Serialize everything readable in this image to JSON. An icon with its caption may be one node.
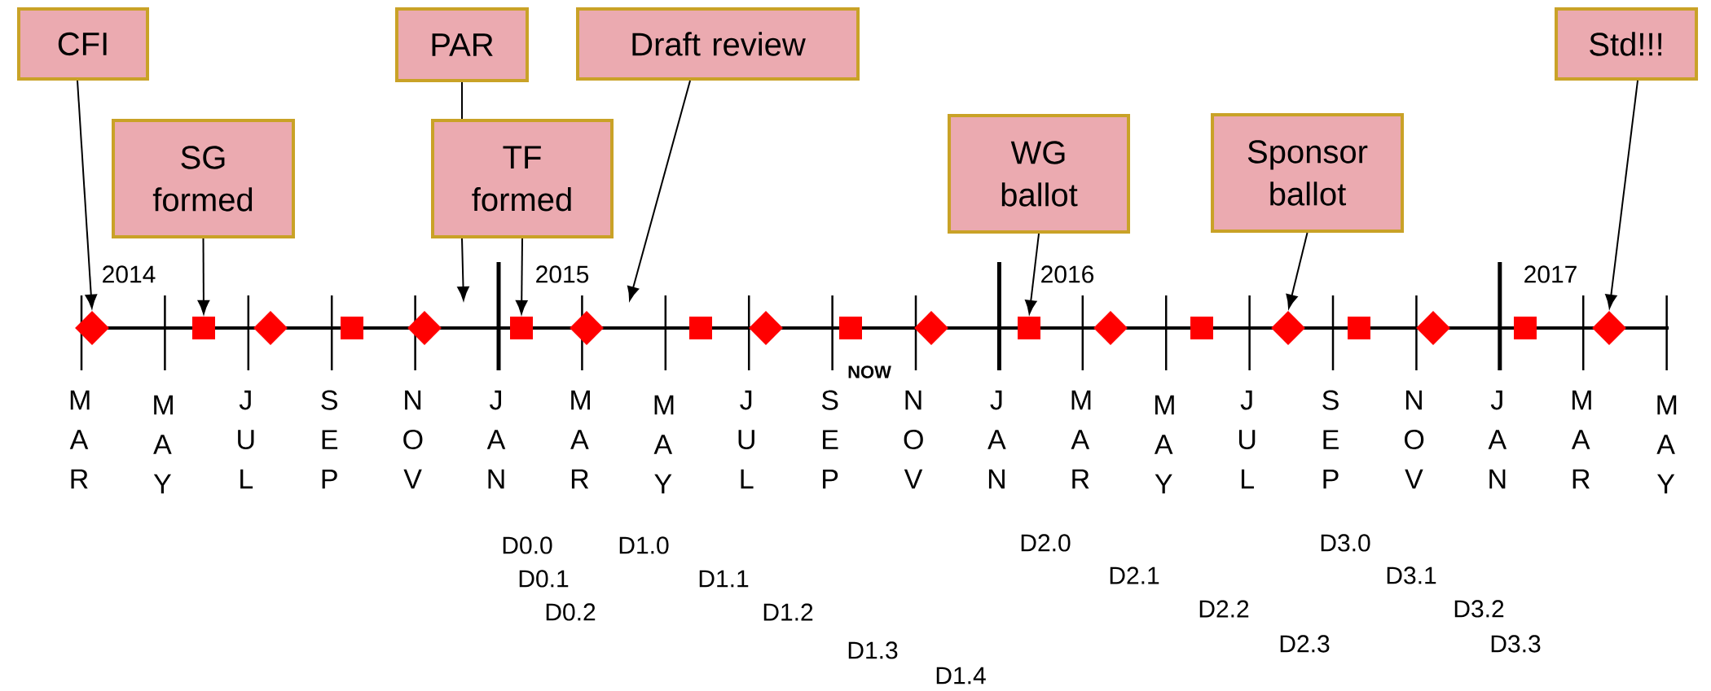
{
  "diagram": {
    "nodes": [
      {
        "text": [
          "CFI"
        ]
      },
      {
        "text": [
          "PAR"
        ]
      },
      {
        "text": [
          "Draft review"
        ]
      },
      {
        "text": [
          "SG formed"
        ]
      },
      {
        "text": [
          "TF formed"
        ]
      },
      {
        "text": [
          "WG ballot"
        ]
      },
      {
        "text": [
          "Sponsor ballot"
        ]
      },
      {
        "text": [
          "Std!!!"
        ]
      },
      {
        "text": [],
        "shape": "diamond"
      },
      {
        "text": [],
        "shape": "box"
      },
      {
        "text": [],
        "shape": "diamond"
      },
      {
        "text": [],
        "shape": "box"
      },
      {
        "text": [],
        "shape": "diamond"
      },
      {
        "text": [],
        "shape": "box"
      },
      {
        "text": [],
        "shape": "diamond"
      },
      {
        "text": [],
        "shape": "box"
      },
      {
        "text": [],
        "shape": "diamond"
      },
      {
        "text": [],
        "shape": "box"
      },
      {
        "text": [],
        "shape": "diamond"
      },
      {
        "text": [],
        "shape": "box"
      },
      {
        "text": [],
        "shape": "diamond"
      },
      {
        "text": [],
        "shape": "box"
      },
      {
        "text": [],
        "shape": "diamond"
      },
      {
        "text": [],
        "shape": "box"
      },
      {
        "text": [],
        "shape": "diamond"
      },
      {
        "text": [],
        "shape": "box"
      },
      {
        "text": [],
        "shape": "diamond"
      }
    ],
    "edges": [
      {
        "from": 0,
        "to": 8,
        "arrow": "to"
      },
      {
        "from": 3,
        "to": 9,
        "arrow": "to"
      },
      {
        "from": 1,
        "to": null,
        "arrow": "to"
      },
      {
        "from": 4,
        "to": 13,
        "arrow": "to"
      },
      {
        "from": 2,
        "to": null,
        "arrow": "to"
      },
      {
        "from": 5,
        "to": 19,
        "arrow": "to"
      },
      {
        "from": 6,
        "to": 22,
        "arrow": "to"
      },
      {
        "from": 7,
        "to": 26,
        "arrow": "to"
      }
    ],
    "labels": [
      "2014",
      "2015",
      "2016",
      "2017",
      "M A R",
      "M A Y",
      "J U L",
      "S E P",
      "N O V",
      "J A N",
      "M A R",
      "M A Y",
      "J U L",
      "S E P",
      "N O V",
      "J A N",
      "M A R",
      "M A Y",
      "J U L",
      "S E P",
      "N O V",
      "J A N",
      "M A R",
      "M A Y",
      "NOW",
      "D0.0",
      "D1.0",
      "D2.0",
      "D3.0",
      "D0.1",
      "D1.1",
      "D2.1",
      "D3.1",
      "D0.2",
      "D1.2",
      "D2.2",
      "D3.2",
      "D1.3",
      "D2.3",
      "D3.3",
      "D1.4"
    ]
  }
}
